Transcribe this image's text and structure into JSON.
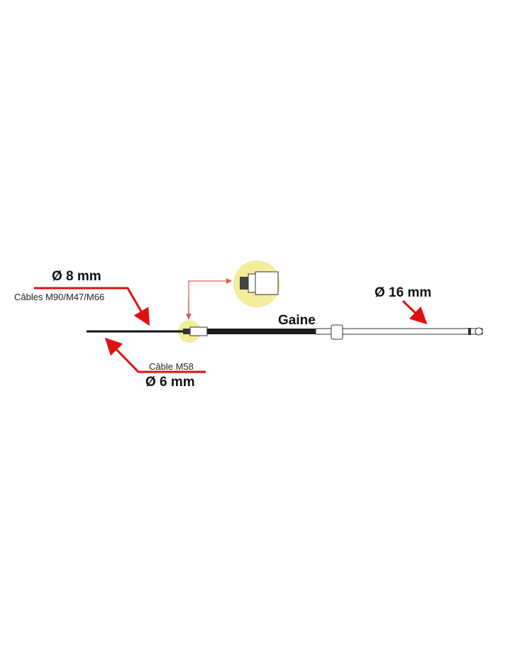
{
  "labels": {
    "d8": "Ø 8 mm",
    "cables_8": "Câbles M90/M47/M66",
    "d6": "Ø 6 mm",
    "cable_6": "Câble M58",
    "d16": "Ø 16 mm",
    "gaine": "Gaine"
  },
  "colors": {
    "arrow": "#e01010",
    "connector": "#d9604a",
    "highlight": "#f3ec9a",
    "cable": "#111111"
  }
}
